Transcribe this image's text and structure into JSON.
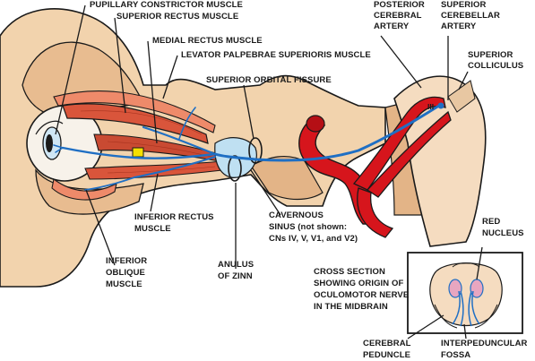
{
  "colors": {
    "bone": "#f2d3ad",
    "bone_dark": "#d9a77a",
    "outline": "#1a1a1a",
    "muscle": "#d9553b",
    "muscle_light": "#ee8a6a",
    "artery": "#d6151c",
    "nerve": "#1f6fc4",
    "sinus": "#bfe0f2",
    "brainstem": "#f5dcc0",
    "gland": "#f5e000"
  },
  "labels": {
    "pupillary_constrictor": "PUPILLARY CONSTRICTOR MUSCLE",
    "superior_rectus": "SUPERIOR RECTUS MUSCLE",
    "medial_rectus": "MEDIAL RECTUS MUSCLE",
    "levator": "LEVATOR PALPEBRAE SUPERIORIS MUSCLE",
    "superior_orbital_fissure": "SUPERIOR ORBITAL FISSURE",
    "posterior_cerebral_artery": [
      "POSTERIOR",
      "CEREBRAL",
      "ARTERY"
    ],
    "superior_cerebellar_artery": [
      "SUPERIOR",
      "CEREBELLAR",
      "ARTERY"
    ],
    "superior_colliculus": [
      "SUPERIOR",
      "COLLICULUS"
    ],
    "nerve_numeral": "III",
    "inferior_rectus": [
      "INFERIOR RECTUS",
      "MUSCLE"
    ],
    "inferior_oblique": [
      "INFERIOR",
      "OBLIQUE",
      "MUSCLE"
    ],
    "anulus_of_zinn": [
      "ANULUS",
      "OF ZINN"
    ],
    "cavernous_sinus": [
      "CAVERNOUS",
      "SINUS (not shown:",
      "CNs IV, V, V1, and V2)"
    ],
    "red_nucleus": [
      "RED",
      "NUCLEUS"
    ],
    "cross_section": [
      "CROSS SECTION",
      "SHOWING ORIGIN OF",
      "OCULOMOTOR NERVE",
      "IN THE MIDBRAIN"
    ],
    "cerebral_peduncle": [
      "CEREBRAL",
      "PEDUNCLE"
    ],
    "interpeduncular_fossa": [
      "INTERPEDUNCULAR",
      "FOSSA"
    ]
  }
}
